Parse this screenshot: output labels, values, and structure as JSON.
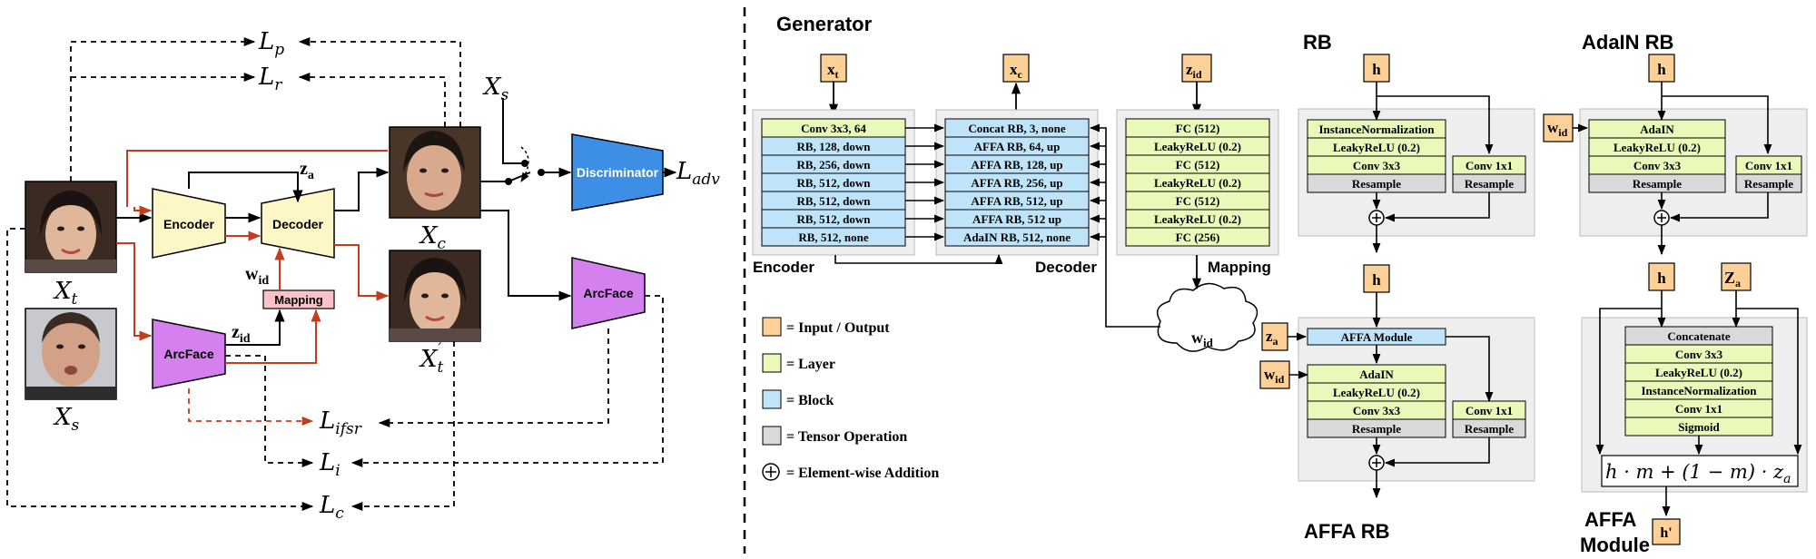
{
  "left": {
    "losses": {
      "lp": [
        "L",
        "p"
      ],
      "lr": [
        "L",
        "r"
      ],
      "lifsr": [
        "L",
        "ifsr"
      ],
      "li": [
        "L",
        "i"
      ],
      "lc": [
        "L",
        "c"
      ],
      "ladv": [
        "L",
        "adv"
      ]
    },
    "images": {
      "xt": [
        "X",
        "t"
      ],
      "xs_bottom": [
        "X",
        "s"
      ],
      "xs_top": [
        "X",
        "s"
      ],
      "xc": [
        "X",
        "c"
      ],
      "xt_prime": [
        "X",
        "t",
        "′"
      ]
    },
    "blocks": {
      "encoder": "Encoder",
      "decoder": "Decoder",
      "arcface_left": "ArcFace",
      "arcface_right": "ArcFace",
      "discriminator": "Discriminator",
      "mapping": "Mapping"
    },
    "vars": {
      "za": [
        "z",
        "a"
      ],
      "wid": [
        "w",
        "id"
      ],
      "zid": [
        "z",
        "id"
      ]
    },
    "colors": {
      "encoder": "#fdf6c6",
      "arcface": "#d580ef",
      "discriminator": "#3d8fe6",
      "mapping": "#f8c2c8",
      "red_arrow": "#c53b1e"
    }
  },
  "right": {
    "title": "Generator",
    "io": {
      "xt": [
        "x",
        "t"
      ],
      "xc": [
        "x",
        "c"
      ],
      "zid": [
        "z",
        "id"
      ],
      "cloud": [
        "w",
        "id"
      ]
    },
    "encoder": {
      "label": "Encoder",
      "layers": [
        "Conv 3x3, 64",
        "RB, 128, down",
        "RB, 256, down",
        "RB, 512, down",
        "RB, 512, down",
        "RB, 512, down",
        "RB, 512, none"
      ]
    },
    "decoder": {
      "label": "Decoder",
      "layers": [
        "Concat RB, 3, none",
        "AFFA RB, 64, up",
        "AFFA RB, 128, up",
        "AFFA RB, 256, up",
        "AFFA RB, 512, up",
        "AFFA RB, 512 up",
        "AdaIN RB, 512, none"
      ]
    },
    "mapping": {
      "label": "Mapping",
      "layers": [
        "FC (512)",
        "LeakyReLU (0.2)",
        "FC (512)",
        "LeakyReLU (0.2)",
        "FC (512)",
        "LeakyReLU (0.2)",
        "FC (256)"
      ]
    },
    "legend": [
      {
        "swatch": "#fcd097",
        "text": "= Input / Output"
      },
      {
        "swatch": "#e8f9b9",
        "text": "= Layer"
      },
      {
        "swatch": "#bfe3f8",
        "text": "= Block"
      },
      {
        "swatch": "#d9d9d9",
        "text": "= Tensor Operation"
      },
      {
        "swatch": "circle-plus",
        "text": "= Element-wise Addition"
      }
    ],
    "rb": {
      "title": "RB",
      "input": "h",
      "left": [
        "InstanceNormalization",
        "LeakyReLU (0.2)",
        "Conv 3x3",
        "Resample"
      ],
      "right": [
        "Conv 1x1",
        "Resample"
      ]
    },
    "adain_rb": {
      "title": "AdaIN RB",
      "input": "h",
      "side": [
        "w",
        "id"
      ],
      "left": [
        "AdaIN",
        "LeakyReLU (0.2)",
        "Conv 3x3",
        "Resample"
      ],
      "right": [
        "Conv 1x1",
        "Resample"
      ]
    },
    "affa_rb": {
      "title": "AFFA RB",
      "input": "h",
      "za": [
        "z",
        "a"
      ],
      "wid": [
        "w",
        "id"
      ],
      "module": "AFFA Module",
      "left": [
        "AdaIN",
        "LeakyReLU (0.2)",
        "Conv 3x3",
        "Resample"
      ],
      "right": [
        "Conv 1x1",
        "Resample"
      ]
    },
    "affa_module": {
      "title_1": "AFFA",
      "title_2": "Module",
      "h": "h",
      "za": [
        "Z",
        "a"
      ],
      "layers": [
        "Concatenate",
        "Conv 3x3",
        "LeakyReLU (0.2)",
        "InstanceNormalization",
        "Conv 1x1",
        "Sigmoid"
      ],
      "formula": "h · m + (1 − m) · z",
      "formula_sub": "a",
      "output": "h'"
    },
    "colors": {
      "io": "#fcd097",
      "layer": "#e8f9b9",
      "block": "#bfe3f8",
      "tensor": "#d9d9d9",
      "panel": "#eeeeee"
    }
  }
}
